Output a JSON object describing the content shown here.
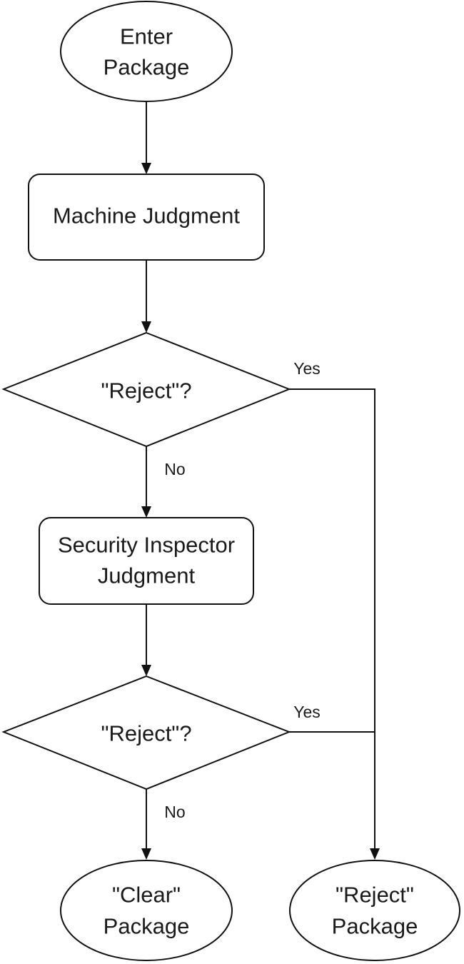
{
  "nodes": {
    "start": {
      "type": "ellipse",
      "lines": [
        "Enter",
        "Package"
      ]
    },
    "machine": {
      "type": "rounded-rect",
      "lines": [
        "Machine Judgment"
      ]
    },
    "decision1": {
      "type": "diamond",
      "lines": [
        "\"Reject\"?"
      ]
    },
    "inspector": {
      "type": "rounded-rect",
      "lines": [
        "Security Inspector",
        "Judgment"
      ]
    },
    "decision2": {
      "type": "diamond",
      "lines": [
        "\"Reject\"?"
      ]
    },
    "clear": {
      "type": "ellipse",
      "lines": [
        "\"Clear\"",
        "Package"
      ]
    },
    "reject": {
      "type": "ellipse",
      "lines": [
        "\"Reject\"",
        "Package"
      ]
    }
  },
  "edges": [
    {
      "from": "start",
      "to": "machine",
      "label": ""
    },
    {
      "from": "machine",
      "to": "decision1",
      "label": ""
    },
    {
      "from": "decision1",
      "to": "inspector",
      "label": "No"
    },
    {
      "from": "decision1",
      "to": "reject",
      "label": "Yes"
    },
    {
      "from": "inspector",
      "to": "decision2",
      "label": ""
    },
    {
      "from": "decision2",
      "to": "clear",
      "label": "No"
    },
    {
      "from": "decision2",
      "to": "reject",
      "label": "Yes"
    }
  ],
  "colors": {
    "stroke": "#111111",
    "fill": "#ffffff",
    "text": "#1a1a1a"
  }
}
